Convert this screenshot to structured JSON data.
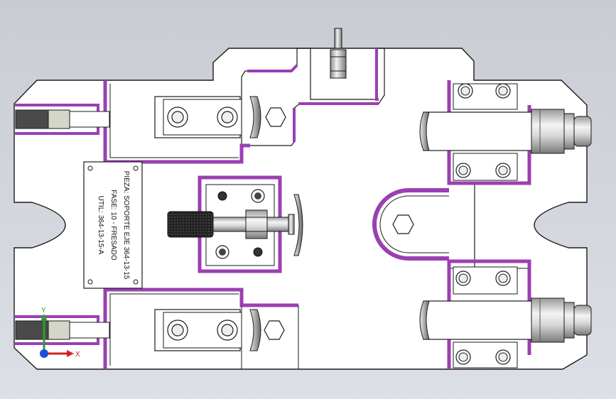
{
  "plate_label": {
    "line1": "PIEZA: SOPORTE EJE    364-13-15",
    "line2": "FASE: 10  -  FRESADO",
    "line3": "UTIL:  364-13-15-A"
  },
  "triad": {
    "x_label": "X",
    "y_label": "Y"
  },
  "colors": {
    "pocket": "#9b3fb3",
    "plate": "#ffffff",
    "edge": "#1a1a1a",
    "background": "#d3d6dc"
  }
}
